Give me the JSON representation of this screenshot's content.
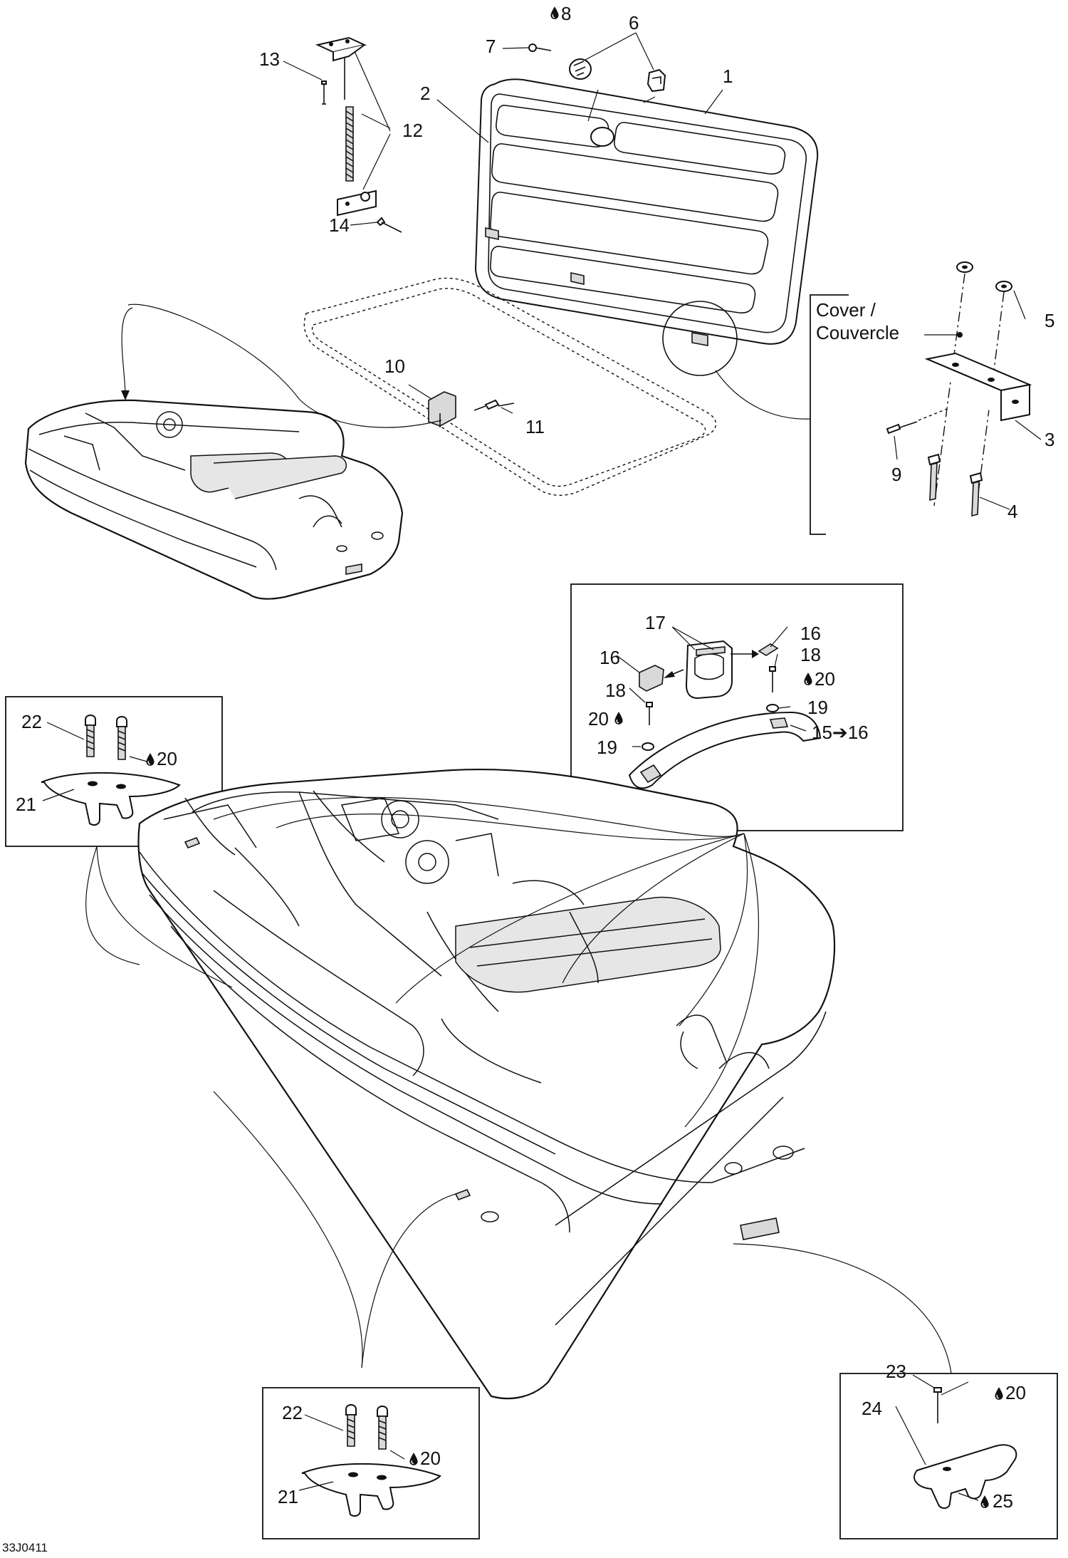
{
  "diagram": {
    "image_code": "33J0411",
    "cover_note": "Cover /\nCouvercle",
    "callouts": [
      {
        "id": "c1",
        "text": "1"
      },
      {
        "id": "c2",
        "text": "2"
      },
      {
        "id": "c3",
        "text": "3"
      },
      {
        "id": "c4",
        "text": "4"
      },
      {
        "id": "c5",
        "text": "5"
      },
      {
        "id": "c6",
        "text": "6"
      },
      {
        "id": "c7",
        "text": "7"
      },
      {
        "id": "c8",
        "text": "8"
      },
      {
        "id": "c9",
        "text": "9"
      },
      {
        "id": "c10",
        "text": "10"
      },
      {
        "id": "c11",
        "text": "11"
      },
      {
        "id": "c12",
        "text": "12"
      },
      {
        "id": "c13",
        "text": "13"
      },
      {
        "id": "c14",
        "text": "14"
      },
      {
        "id": "c15",
        "text": "15➔16"
      },
      {
        "id": "c16a",
        "text": "16"
      },
      {
        "id": "c16b",
        "text": "16"
      },
      {
        "id": "c17",
        "text": "17"
      },
      {
        "id": "c18a",
        "text": "18"
      },
      {
        "id": "c18b",
        "text": "18"
      },
      {
        "id": "c19a",
        "text": "19"
      },
      {
        "id": "c19b",
        "text": "19"
      },
      {
        "id": "c20a",
        "text": "20"
      },
      {
        "id": "c20b",
        "text": "20"
      },
      {
        "id": "c20c",
        "text": "20"
      },
      {
        "id": "c20d",
        "text": "20"
      },
      {
        "id": "c20e",
        "text": "20"
      },
      {
        "id": "c21a",
        "text": "21"
      },
      {
        "id": "c21b",
        "text": "21"
      },
      {
        "id": "c22a",
        "text": "22"
      },
      {
        "id": "c22b",
        "text": "22"
      },
      {
        "id": "c23",
        "text": "23"
      },
      {
        "id": "c24",
        "text": "24"
      },
      {
        "id": "c25",
        "text": "25"
      }
    ]
  }
}
